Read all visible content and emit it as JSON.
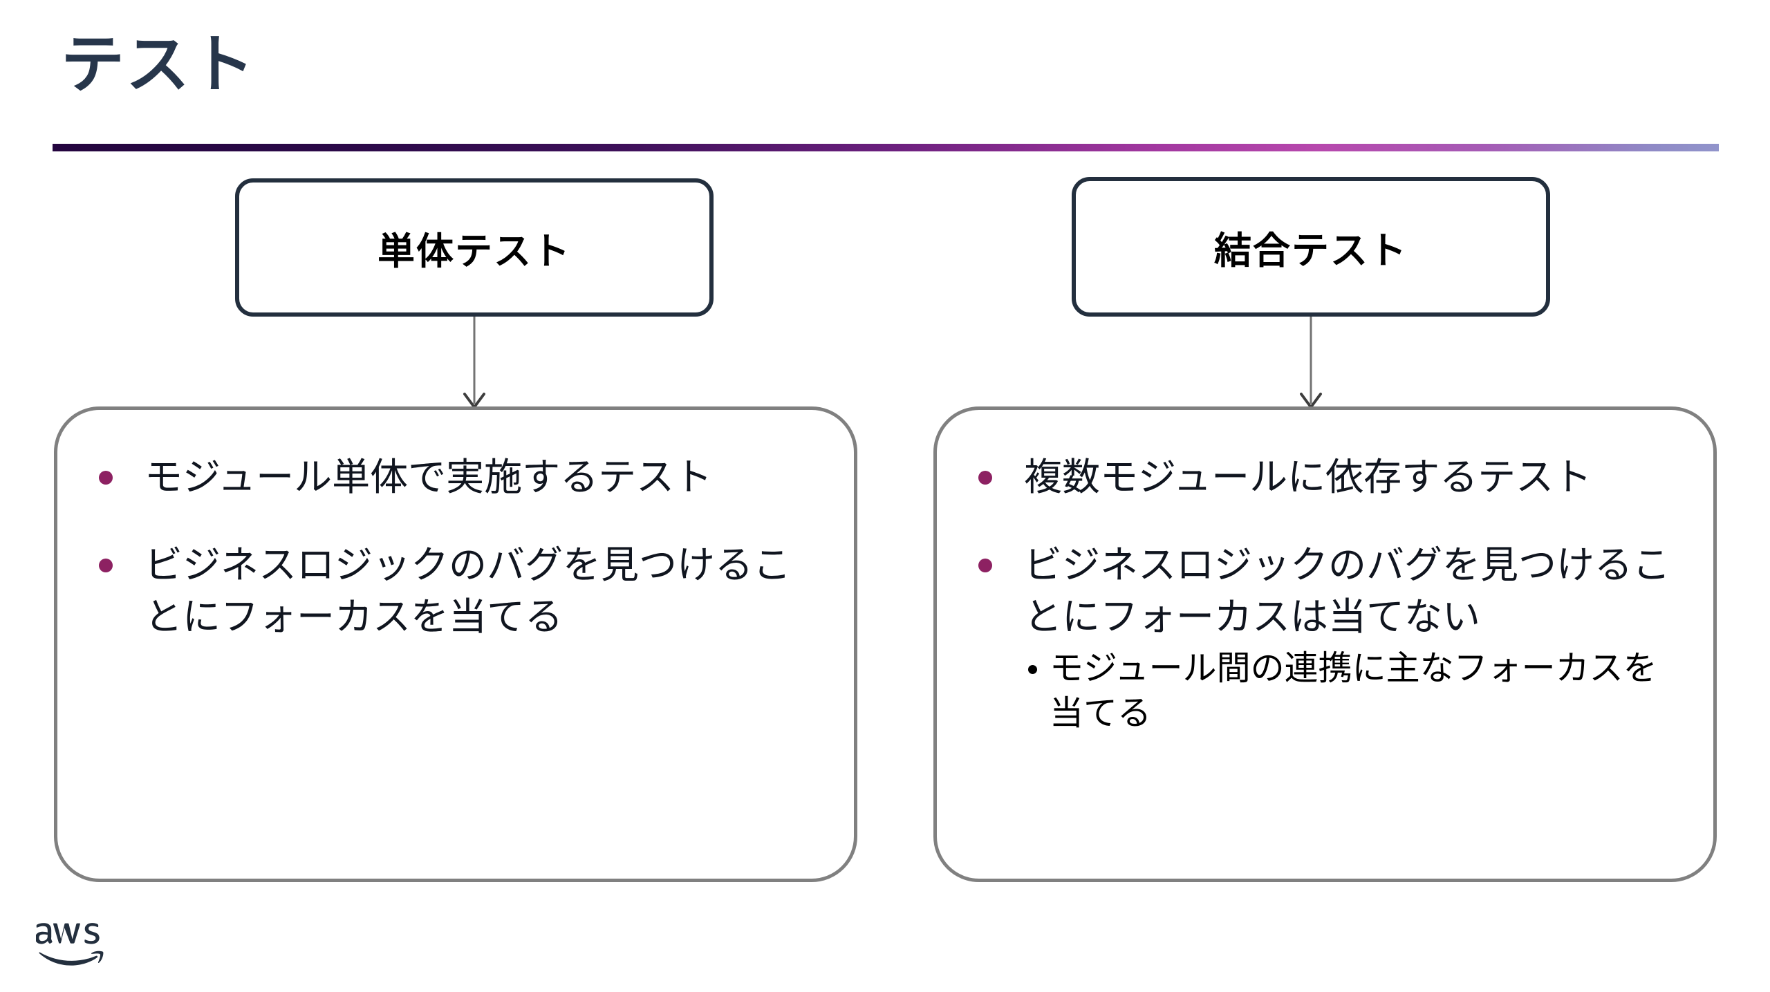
{
  "slide": {
    "title": "テスト",
    "background_color": "#ffffff",
    "title_color": "#27364b",
    "rule_gradient": [
      "#24053f",
      "#6a1f7d",
      "#b748ad",
      "#9194cb"
    ]
  },
  "columns": [
    {
      "header": {
        "label": "単体テスト",
        "border_color": "#232f3e",
        "text_color": "#000000"
      },
      "connector": {
        "icon": "arrow-down-icon",
        "color": "#808080"
      },
      "body": {
        "border_color": "#808080",
        "bullet_color": "#8d2162",
        "bullets": [
          {
            "text": "モジュール単体で実施するテスト",
            "sub_bullets": []
          },
          {
            "text": "ビジネスロジックのバグを見つけることにフォーカスを当てる",
            "sub_bullets": []
          }
        ]
      }
    },
    {
      "header": {
        "label": "結合テスト",
        "border_color": "#232f3e",
        "text_color": "#000000"
      },
      "connector": {
        "icon": "arrow-down-icon",
        "color": "#808080"
      },
      "body": {
        "border_color": "#808080",
        "bullet_color": "#8d2162",
        "bullets": [
          {
            "text": "複数モジュールに依存するテスト",
            "sub_bullets": []
          },
          {
            "text": "ビジネスロジックのバグを見つけることにフォーカスは当てない",
            "sub_bullets": [
              {
                "text": "モジュール間の連携に主なフォーカスを当てる"
              }
            ]
          }
        ]
      }
    }
  ],
  "footer": {
    "logo": {
      "icon": "aws-logo",
      "wordmark": "aws",
      "color": "#232f3e"
    }
  }
}
